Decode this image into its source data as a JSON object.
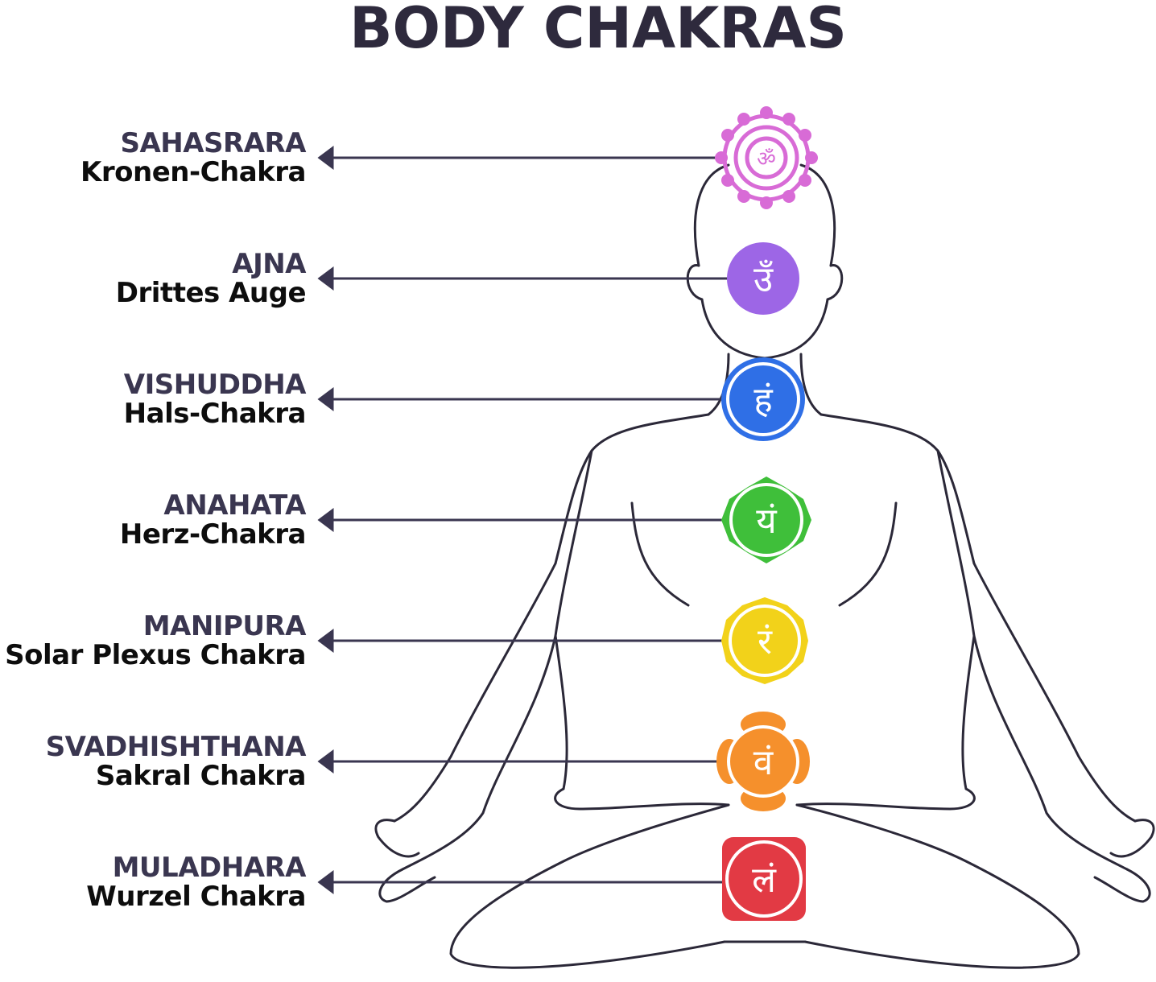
{
  "title": "BODY CHAKRAS",
  "chakras": [
    {
      "sanskrit": "SAHASRARA",
      "german": "Kronen-Chakra",
      "color": "#d86bd6",
      "syllable": "ॐ"
    },
    {
      "sanskrit": "AJNA",
      "german": "Drittes Auge",
      "color": "#9d66e6",
      "syllable": "उँ"
    },
    {
      "sanskrit": "VISHUDDHA",
      "german": "Hals-Chakra",
      "color": "#2f6fe6",
      "syllable": "हं"
    },
    {
      "sanskrit": "ANAHATA",
      "german": "Herz-Chakra",
      "color": "#3fbf3a",
      "syllable": "यं"
    },
    {
      "sanskrit": "MANIPURA",
      "german": "Solar Plexus Chakra",
      "color": "#f2d21a",
      "syllable": "रं"
    },
    {
      "sanskrit": "SVADHISHTHANA",
      "german": "Sakral Chakra",
      "color": "#f5902c",
      "syllable": "वं"
    },
    {
      "sanskrit": "MULADHARA",
      "german": "Wurzel Chakra",
      "color": "#e23a44",
      "syllable": "लं"
    }
  ]
}
